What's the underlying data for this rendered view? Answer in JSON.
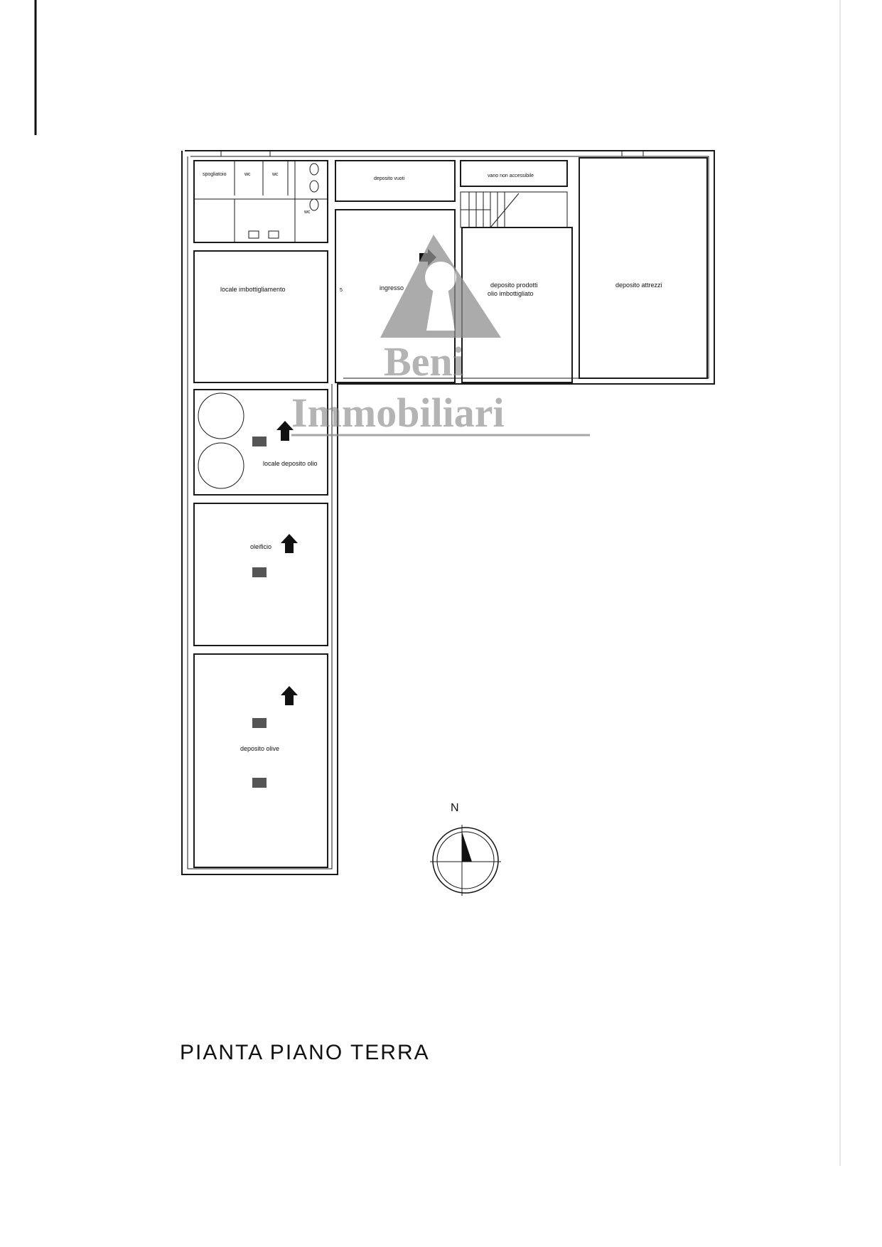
{
  "plan": {
    "title": "PIANTA PIANO TERRA",
    "rooms": {
      "spogliatoio": "spogliatoio",
      "wc1": "wc",
      "wc2": "wc",
      "wc3": "wc",
      "deposito_vuoti": "deposito vuoti",
      "vano_non_accessibile": "vano non accessibile",
      "locale_imbottigliamento": "locale imbottigliamento",
      "ingresso": "ingresso",
      "deposito_prodotti_1": "deposito prodotti",
      "deposito_prodotti_2": "olio imbottigliato",
      "deposito_attrezzi": "deposito attrezzi",
      "locale_deposito_olio": "locale deposito olio",
      "oleificio": "oleificio",
      "deposito_olive": "deposito olive"
    },
    "compass_label": "N",
    "step_mark": "5"
  },
  "watermark": {
    "line1": "Beni",
    "line2": "Immobiliari"
  }
}
